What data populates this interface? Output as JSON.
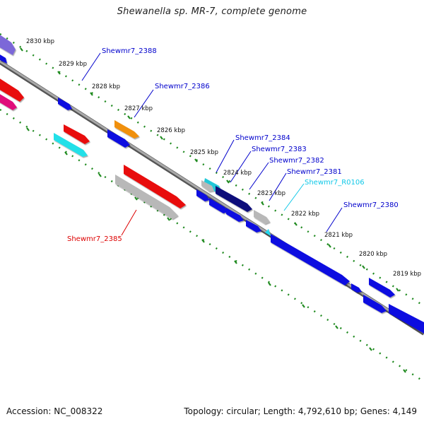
{
  "title": "Shewanella sp. MR-7, complete genome",
  "footer": {
    "accession": "Accession: NC_008322",
    "summary": "Topology: circular; Length: 4,792,610 bp; Genes: 4,149"
  },
  "colors": {
    "backbone": "#8a8a8a",
    "ticks": "#1f8a1f",
    "gene_blue": "#1010e0",
    "gene_navy": "#0a0a7a",
    "gene_red": "#e81010",
    "gene_pink": "#e0107a",
    "gene_gray": "#b8b8b8",
    "gene_cyan": "#20e0e8",
    "gene_orange": "#f09010",
    "gene_purple": "#7b68d8",
    "label_blue": "#0000cc",
    "label_red": "#dd0000",
    "label_cyan": "#10c8e8"
  },
  "scale_labels": [
    "2830 kbp",
    "2829 kbp",
    "2828 kbp",
    "2827 kbp",
    "2826 kbp",
    "2825 kbp",
    "2824 kbp",
    "2823 kbp",
    "2822 kbp",
    "2821 kbp",
    "2820 kbp",
    "2819 kbp"
  ],
  "gene_labels": [
    {
      "text": "Shewmr7_2388",
      "color": "label_blue"
    },
    {
      "text": "Shewmr7_2386",
      "color": "label_blue"
    },
    {
      "text": "Shewmr7_2384",
      "color": "label_blue"
    },
    {
      "text": "Shewmr7_2383",
      "color": "label_blue"
    },
    {
      "text": "Shewmr7_2382",
      "color": "label_blue"
    },
    {
      "text": "Shewmr7_2381",
      "color": "label_blue"
    },
    {
      "text": "Shewmr7_R0106",
      "color": "label_cyan"
    },
    {
      "text": "Shewmr7_2380",
      "color": "label_blue"
    },
    {
      "text": "Shewmr7_2385",
      "color": "label_red"
    }
  ]
}
